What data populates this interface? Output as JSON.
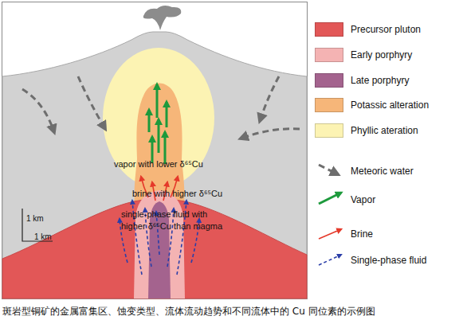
{
  "diagram": {
    "caption": "斑岩型铜矿的金属富集区、蚀变类型、流体流动趋势和不同流体中的 Cu 同位素的示例图",
    "labels": [
      "vapor with lower δ⁶⁵Cu",
      "brine with higher δ⁶⁵Cu",
      "single-phase fluid with higher δ⁶⁵Cu than magma",
      "1 km",
      "1 km"
    ],
    "legend": [
      {
        "text": "Precursor pluton",
        "color": "#e25757"
      },
      {
        "text": "Early porphyry",
        "color": "#f4b3b3"
      },
      {
        "text": "Late porphyry",
        "color": "#a4638e"
      },
      {
        "text": "Potassic alteration",
        "color": "#f6b679"
      },
      {
        "text": "Phyllic ateration",
        "color": "#fcf3b3"
      },
      {
        "text": "Meteoric water"
      },
      {
        "text": "Vapor"
      },
      {
        "text": "Brine"
      },
      {
        "text": "Single-phase fluid"
      }
    ]
  }
}
